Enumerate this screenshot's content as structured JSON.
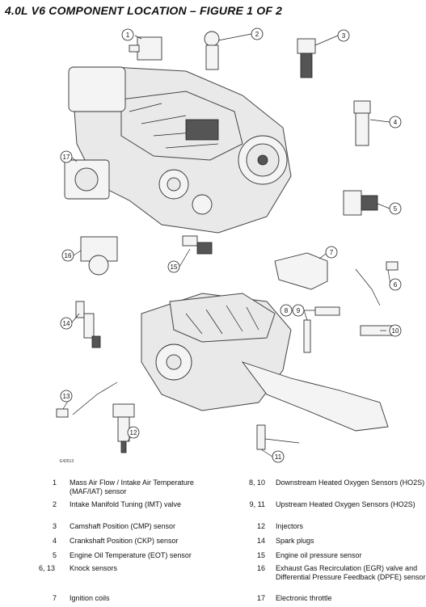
{
  "page": {
    "title": "4.0L V6 COMPONENT LOCATION – FIGURE 1 OF 2",
    "figure_ref": "E42613"
  },
  "callouts": [
    "1",
    "2",
    "3",
    "4",
    "5",
    "6",
    "7",
    "8",
    "9",
    "10",
    "11",
    "12",
    "13",
    "14",
    "15",
    "16",
    "17"
  ],
  "legend": {
    "left": [
      {
        "num": "1",
        "text": "Mass Air Flow / Intake Air Temperature (MAF/IAT) sensor"
      },
      {
        "num": "2",
        "text": "Intake Manifold Tuning (IMT) valve"
      },
      {
        "num": "3",
        "text": "Camshaft Position (CMP) sensor"
      },
      {
        "num": "4",
        "text": "Crankshaft Position (CKP) sensor"
      },
      {
        "num": "5",
        "text": "Engine Oil Temperature (EOT) sensor"
      },
      {
        "num": "6, 13",
        "text": "Knock sensors"
      },
      {
        "num": "7",
        "text": "Ignition coils"
      }
    ],
    "right": [
      {
        "num": "8, 10",
        "text": "Downstream Heated Oxygen Sensors (HO2S)"
      },
      {
        "num": "9, 11",
        "text": "Upstream Heated Oxygen Sensors (HO2S)"
      },
      {
        "num": "12",
        "text": "Injectors"
      },
      {
        "num": "14",
        "text": "Spark plugs"
      },
      {
        "num": "15",
        "text": "Engine oil pressure sensor"
      },
      {
        "num": "16",
        "text": "Exhaust Gas Recirculation (EGR) valve and Differential Pressure Feedback (DPFE) sensor"
      },
      {
        "num": "17",
        "text": "Electronic throttle"
      }
    ]
  }
}
